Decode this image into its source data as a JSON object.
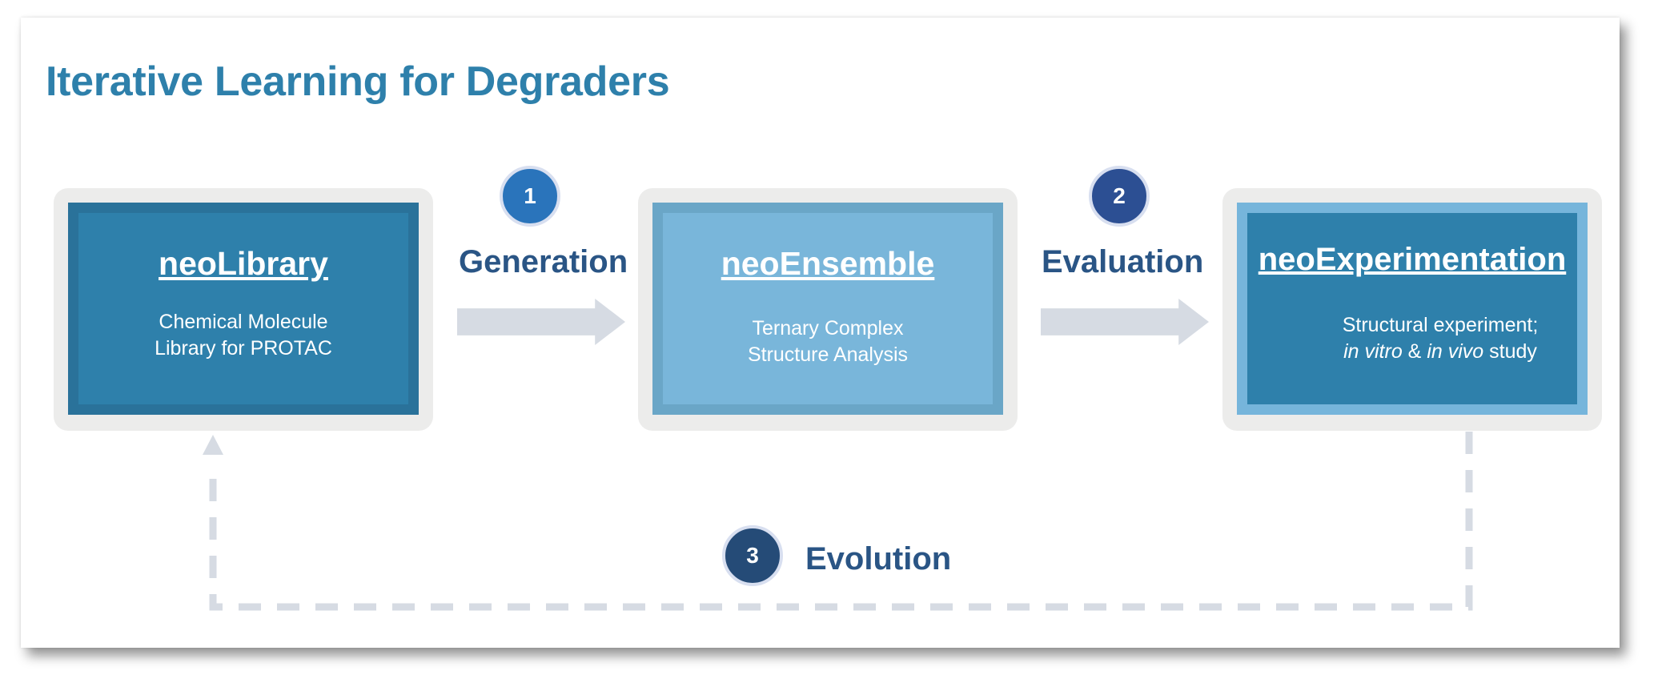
{
  "title": "Iterative Learning for Degraders",
  "stages": [
    {
      "name": "neoLibrary",
      "desc_lines": [
        "Chemical Molecule",
        "Library for PROTAC"
      ]
    },
    {
      "name": "neoEnsemble",
      "desc_lines": [
        "Ternary Complex",
        "Structure Analysis"
      ]
    },
    {
      "name": "neoExperimentation",
      "desc_line1": "Structural experiment;",
      "desc_line2": {
        "italic_1": "in vitro",
        "sep": " & ",
        "italic_2": "in vivo",
        "tail": " study"
      }
    }
  ],
  "steps": [
    {
      "number": "1",
      "label": "Generation"
    },
    {
      "number": "2",
      "label": "Evaluation"
    },
    {
      "number": "3",
      "label": "Evolution"
    }
  ],
  "colors": {
    "title": "#2e80ab",
    "card_dark": "#2e80ab",
    "card_light": "#79b6da",
    "step_label": "#2a5585",
    "badge_1": "#2a74bb",
    "badge_2": "#2c4f93",
    "badge_3": "#254b77",
    "arrow": "#d6dbe3"
  }
}
